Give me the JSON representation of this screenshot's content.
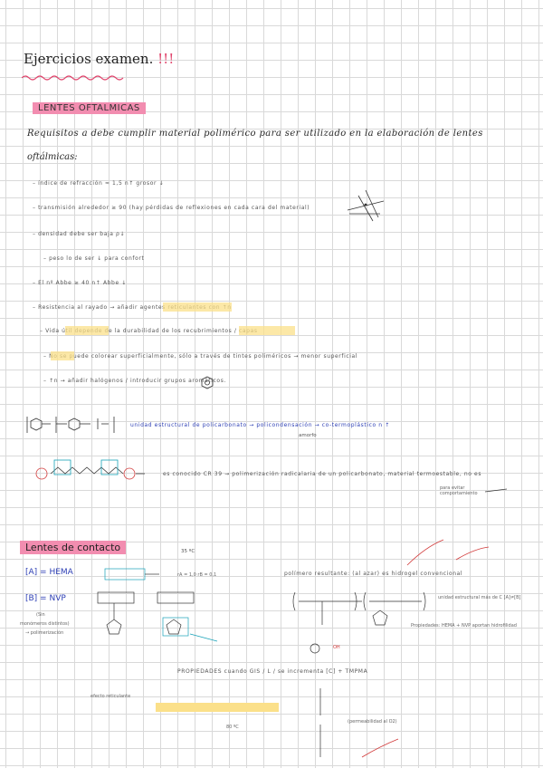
{
  "title": {
    "text": "Ejercicios examen.",
    "exclaim": "!!!"
  },
  "section_optical": {
    "heading": "LENTES OFTALMICAS"
  },
  "requirements": {
    "line1": "Requisitos a debe cumplir material polimérico para ser utilizado en la elaboración de lentes",
    "line2": "oftálmicas:",
    "bullets": [
      "–  índice de refracción  ≈ 1,5      n↑ grosor ↓",
      "–  transmisión alrededor ≥ 90  (hay pérdidas de reflexiones en cada cara del material)",
      "–  densidad debe ser baja   ρ↓",
      "–  peso lo de ser ↓ para confort",
      "–  El nº Abbe ≥ 40        n↑ Abbe ↓",
      "–  Resistencia al rayado → añadir agentes reticulantes con ↑n",
      "–  Vida útil depende de la durabilidad de los recubrimientos / capas",
      "–  No se puede colorear superficialmente, sólo a través de tintes poliméricos → menor superficial",
      "–  ↑n → añadir halógenos / introducir grupos aromáticos."
    ]
  },
  "polymer_line1": "unidad estructural de policarbonato → policondensación → co-termoplástico  n ↑",
  "polymer_line1b": "amorfo",
  "polymer_line2": "es conocido CR 39 → polimerización radicalaria de un policarbonato, material termoestable, no es",
  "polymer_line2b": "para evitar comportamiento",
  "section_contact": {
    "heading": "Lentes de contacto"
  },
  "contact": {
    "a_label": "[A] = HEMA",
    "b_label": "[B] = NVP",
    "b_note": [
      "(Sin",
      "monómeros distintos)",
      "→ polimerización"
    ],
    "reaction_temp": "35 ºC",
    "ratio": "rA = 1,0  rB = 0,1",
    "polymer_desc": "polímero resultante: (al azar) es hidrogel convencional",
    "block_note": "unidad estructural más de C  [A]≠[B]",
    "property_note": "Propiedades: HEMA + NVP aportan hidrofilidad",
    "product_props": "PROPIEDADES cuando GIS / L / se incrementa [C] + TMPMA",
    "spectrum_note": "efecto reticulante",
    "permeability": "(permeabilidad al O2)",
    "temp_note": "80 ºC",
    "oh_note": "OH"
  }
}
